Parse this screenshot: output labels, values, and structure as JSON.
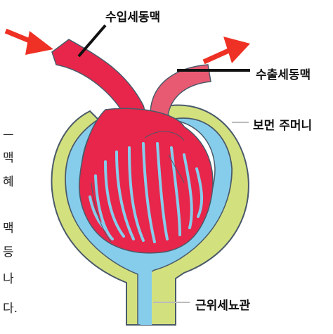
{
  "labels": {
    "afferent": "수입세동맥",
    "efferent": "수출세동맥",
    "bowman": "보먼 주머니",
    "tubule": "근위세뇨관"
  },
  "side_text": [
    "ㅡ",
    "맥",
    "혜",
    "맥",
    "등",
    "나",
    "다."
  ],
  "colors": {
    "arteriole": "#e8254a",
    "efferent": "#e85a72",
    "capsule_outer": "#d3e07e",
    "capsule_inner": "#86cdec",
    "arrow": "#ee3124",
    "outline": "#4a5a6a"
  }
}
